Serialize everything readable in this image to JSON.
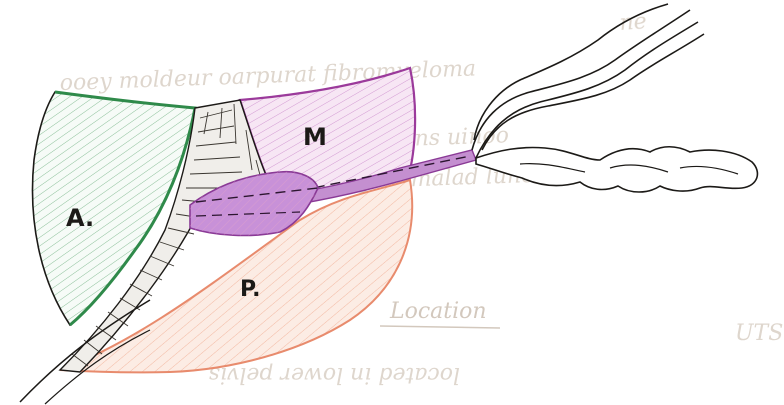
{
  "labels": {
    "anterior": "A.",
    "middle": "M",
    "posterior": "P."
  },
  "colors": {
    "anterior_lobe": "#2f8a4a",
    "middle_lobe": "#9b3a9b",
    "posterior_lobe": "#e07050",
    "gland_fill": "#b06bc0",
    "ink": "#1c1a17",
    "bleed_through": "#d9cfc4"
  }
}
